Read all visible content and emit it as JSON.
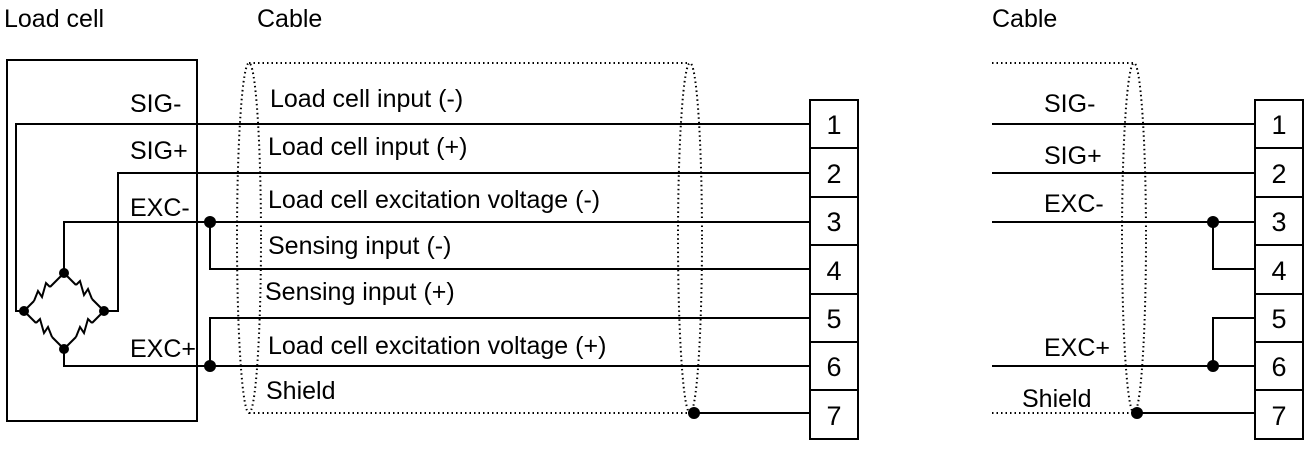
{
  "headings": {
    "load_cell": "Load cell",
    "cable_left": "Cable",
    "cable_right": "Cable"
  },
  "load_cell_pins": {
    "sig_minus": "SIG-",
    "sig_plus": "SIG+",
    "exc_minus": "EXC-",
    "exc_plus": "EXC+"
  },
  "wire_labels": {
    "w1": "Load cell input (-)",
    "w2": "Load cell input (+)",
    "w3": "Load cell excitation voltage (-)",
    "w4": "Sensing input (-)",
    "w5": "Sensing input (+)",
    "w6": "Load cell excitation voltage (+)",
    "w7": "Shield"
  },
  "terminals_left": [
    "1",
    "2",
    "3",
    "4",
    "5",
    "6",
    "7"
  ],
  "terminals_right": [
    "1",
    "2",
    "3",
    "4",
    "5",
    "6",
    "7"
  ],
  "right_labels": {
    "sig_minus": "SIG-",
    "sig_plus": "SIG+",
    "exc_minus": "EXC-",
    "exc_plus": "EXC+",
    "shield": "Shield"
  }
}
